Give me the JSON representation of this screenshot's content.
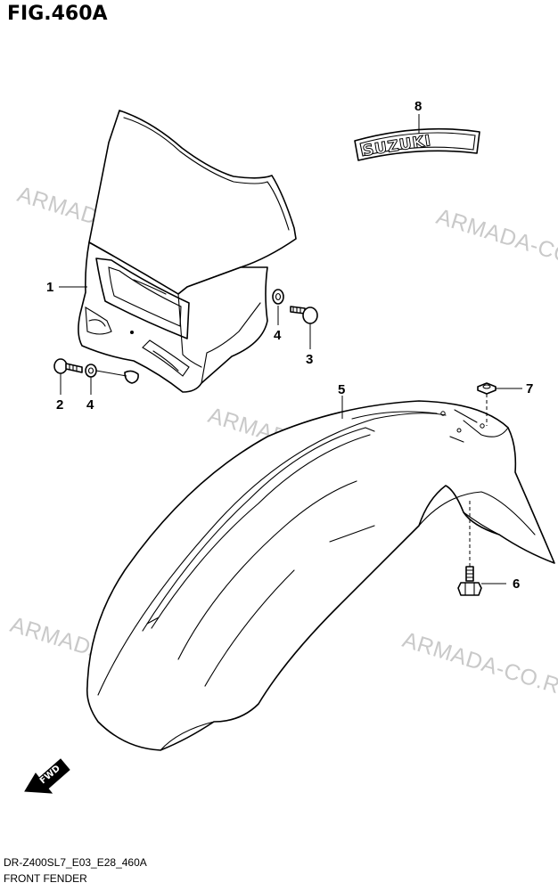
{
  "figure": {
    "title": "FIG.460A",
    "code": "DR-Z400SL7_E03_E28_460A",
    "caption": "FRONT FENDER"
  },
  "watermark": "ARMADA-CO.RU",
  "callouts": {
    "c1": "1",
    "c2": "2",
    "c3": "3",
    "c4a": "4",
    "c4b": "4",
    "c5": "5",
    "c6": "6",
    "c7": "7",
    "c8": "8"
  },
  "emblem": {
    "text": "SUZUKI"
  },
  "direction_arrow": {
    "label": "FWD"
  }
}
